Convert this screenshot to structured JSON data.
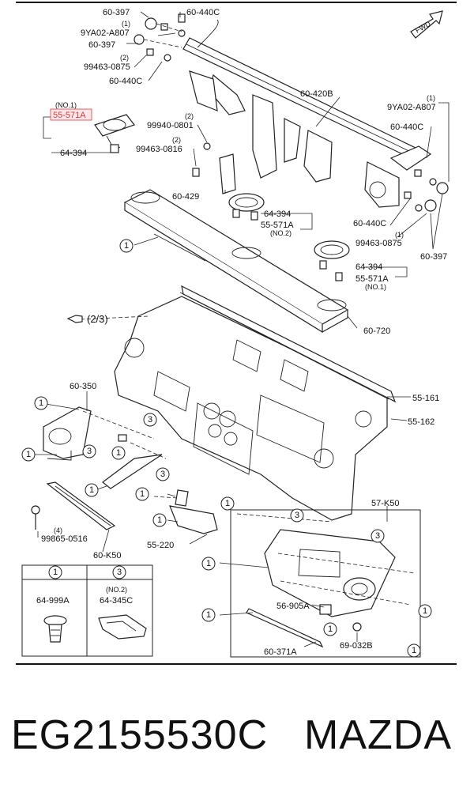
{
  "labels": {
    "p60_397_a": "60-397",
    "p60_440c_a": "60-440C",
    "p1_a": "(1)",
    "p9ya02_a": "9YA02-A807",
    "p60_397_b": "60-397",
    "p2_a": "(2)",
    "p99463_a": "99463-0875",
    "p60_440c_b": "60-440C",
    "p60_420b": "60-420B",
    "no1_a": "(NO.1)",
    "p55_571a_hl": "55-571A",
    "p64_394_a": "64-394",
    "p2_b": "(2)",
    "p99940": "99940-0801",
    "p2_c": "(2)",
    "p99463_b": "99463-0816",
    "p60_429": "60-429",
    "p64_394_b": "64-394",
    "p55_571a_b": "55-571A",
    "no2_a": "(NO.2)",
    "p1_b": "(1)",
    "p9ya02_b": "9YA02-A807",
    "p60_440c_c": "60-440C",
    "p60_440c_d": "60-440C",
    "p1_c": "(1)",
    "p99463_c": "99463-0875",
    "p60_397_c": "60-397",
    "p64_394_c": "64-394",
    "p55_571a_c": "55-571A",
    "no1_b": "(NO.1)",
    "p60_720": "60-720",
    "ref_2_3": "(2/3)",
    "p60_350": "60-350",
    "p55_161": "55-161",
    "p55_162": "55-162",
    "p4": "(4)",
    "p99865": "99865-0516",
    "p60_k50": "60-K50",
    "p55_220": "55-220",
    "p57_k50": "57-K50",
    "p56_905a": "56-905A",
    "p60_371a": "60-371A",
    "p69_032b": "69-032B",
    "fwd": "FWD",
    "legend_no2": "(NO.2)",
    "legend_64_999a": "64-999A",
    "legend_64_345c": "64-345C"
  },
  "callouts": {
    "one": "1",
    "three": "3"
  },
  "footer": {
    "part_code": "EG2155530C",
    "brand": "MAZDA"
  }
}
